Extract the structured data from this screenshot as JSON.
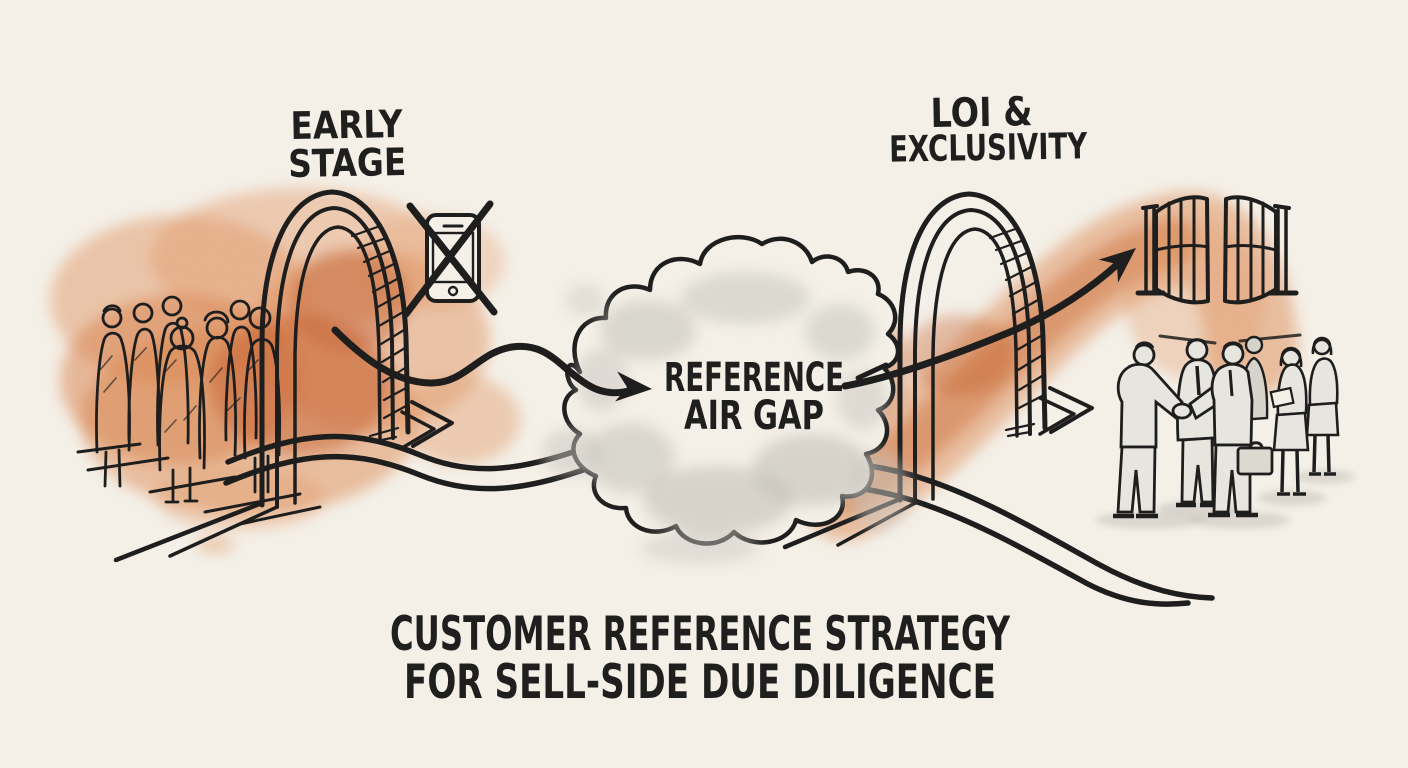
{
  "illustration": {
    "style": "hand-drawn whiteboard sketch with watercolor washes",
    "colors": {
      "paper": "#f5f1e9",
      "ink": "#1c1c1c",
      "orange_wash": "#cf7440",
      "orange_wash_dark": "#c05a2a",
      "orange_wash_light": "#e8ab80",
      "gray_wash": "#c9c6bf",
      "suit_gray": "#e8e6e0"
    },
    "left_gate": {
      "label_line1": "EARLY",
      "label_line2": "STAGE"
    },
    "right_gate": {
      "label_line1": "LOI &",
      "label_line2": "EXCLUSIVITY"
    },
    "cloud": {
      "label_line1": "REFERENCE",
      "label_line2": "AIR GAP"
    },
    "caption": {
      "line1": "CUSTOMER REFERENCE STRATEGY",
      "line2": "FOR SELL-SIDE DUE DILIGENCE"
    },
    "icons": {
      "no_phone": "crossed-out-phone-icon",
      "left_arch": "early-stage-archway-icon",
      "right_arch": "loi-archway-icon",
      "cloud": "reference-air-gap-cloud-icon",
      "open_gates": "open-gate-icon",
      "left_crowd": "waiting-customers-crowd-icon",
      "right_crowd": "handshake-meeting-group-icon",
      "arrows": "flow-arrow-icon"
    }
  }
}
